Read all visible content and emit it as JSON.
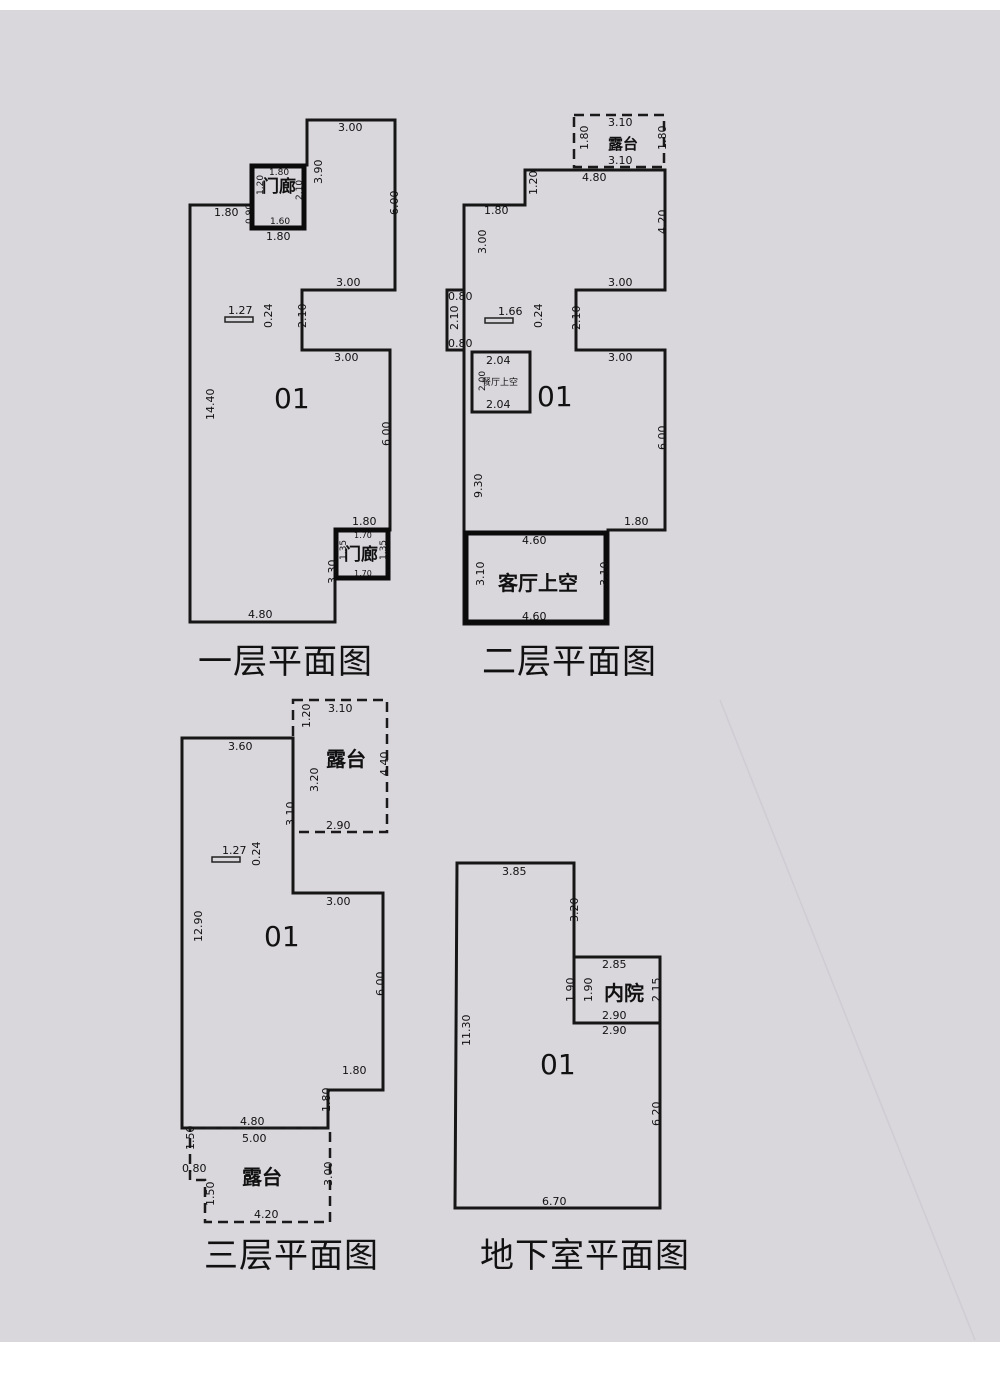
{
  "colors": {
    "paper": "#d9d6dc",
    "ink": "#141414",
    "border": "#ffffff"
  },
  "plans": {
    "floor1": {
      "title": "一层平面图",
      "room": "01",
      "porch_label": "门廊",
      "porch2_label": "门廊",
      "marker_num": "1.27",
      "marker_side": "0.24",
      "dims": {
        "top": "3.00",
        "right_upper": "6.00",
        "porch_top": "1.80",
        "porch_h": "3.90",
        "porch_left_a": "1.20",
        "porch_left_b": "0.90",
        "porch_right": "2.10",
        "porch_inner": "1.60",
        "porch_bottom": "1.80",
        "left_top": "1.80",
        "notch_top": "3.00",
        "notch_h": "2.10",
        "notch_bottom": "3.00",
        "right_lower": "6.00",
        "left": "14.40",
        "step": "1.80",
        "porch2_top": "1.70",
        "porch2_bottom": "1.70",
        "porch2_left": "1.35",
        "porch2_right": "1.35",
        "right_bottom": "3.30",
        "bottom": "4.80"
      }
    },
    "floor2": {
      "title": "二层平面图",
      "room": "01",
      "terrace_label": "露台",
      "void_label": "客厅上空",
      "small_void_label": "餐厅上空",
      "marker_num": "1.66",
      "marker_side": "0.24",
      "dims": {
        "terrace_top": "3.10",
        "terrace_left": "1.80",
        "terrace_right": "1.80",
        "terrace_bottom": "3.10",
        "top": "4.80",
        "step_v": "1.20",
        "left_top": "1.80",
        "right_upper": "4.20",
        "left_upper": "3.00",
        "notch_top": "3.00",
        "notch_h": "2.10",
        "notch_bottom": "3.00",
        "bump_top": "0.80",
        "bump_h": "2.10",
        "bump_bottom": "0.80",
        "small_top": "2.04",
        "small_h": "2.00",
        "small_bottom": "2.04",
        "right_lower": "6.00",
        "left_lower": "9.30",
        "step": "1.80",
        "void_top": "4.60",
        "void_left": "3.10",
        "void_right": "3.10",
        "void_bottom": "4.60"
      }
    },
    "floor3": {
      "title": "三层平面图",
      "room": "01",
      "terrace_label": "露台",
      "terrace2_label": "露台",
      "marker_num": "1.27",
      "marker_side": "0.24",
      "dims": {
        "top": "3.60",
        "terrace_top": "3.10",
        "terrace_step": "1.20",
        "terrace_right": "4.40",
        "terrace_inner": "3.20",
        "notch_h": "3.10",
        "terrace_bottom": "2.90",
        "left": "12.90",
        "notch_bottom": "3.00",
        "right": "6.00",
        "step": "1.80",
        "step_v": "1.80",
        "bottom": "4.80",
        "t2_top": "5.00",
        "t2_left_a": "1.50",
        "t2_left_b": "0.80",
        "t2_left_c": "1.50",
        "t2_right": "3.00",
        "t2_bottom": "4.20"
      }
    },
    "basement": {
      "title": "地下室平面图",
      "room": "01",
      "court_label": "内院",
      "dims": {
        "top": "3.85",
        "drop": "3.20",
        "court_top": "2.85",
        "court_left_a": "1.90",
        "court_left_b": "1.90",
        "court_right": "2.15",
        "court_bottom_a": "2.90",
        "court_bottom_b": "2.90",
        "left": "11.30",
        "right": "6.20",
        "bottom": "6.70"
      }
    }
  }
}
